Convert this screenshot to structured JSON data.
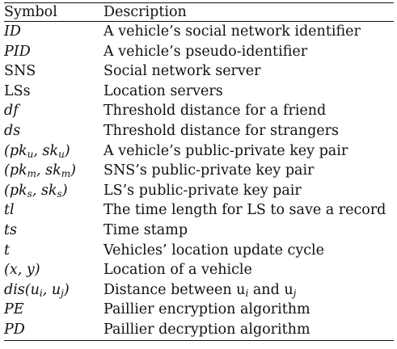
{
  "table": {
    "header": {
      "symbol": "Symbol",
      "description": "Description"
    },
    "rows": [
      {
        "symbol": "ID",
        "description": "A vehicle’s social network identifier"
      },
      {
        "symbol": "PID",
        "description": "A vehicle’s pseudo-identifier"
      },
      {
        "symbol": "SNS",
        "description": "Social network server"
      },
      {
        "symbol": "LSs",
        "description": "Location servers"
      },
      {
        "symbol": "df",
        "description": "Threshold distance for a friend"
      },
      {
        "symbol": "ds",
        "description": "Threshold distance for strangers"
      },
      {
        "symbol": "(pk_u, sk_u)",
        "description": "A vehicle’s public-private key pair"
      },
      {
        "symbol": "(pk_m, sk_m)",
        "description": "SNS’s public-private key pair"
      },
      {
        "symbol": "(pk_s, sk_s)",
        "description": "LS’s public-private key pair"
      },
      {
        "symbol": "tl",
        "description": "The time length for LS to save a record"
      },
      {
        "symbol": "ts",
        "description": "Time stamp"
      },
      {
        "symbol": "t",
        "description": "Vehicles’ location update cycle"
      },
      {
        "symbol": "(x, y)",
        "description": "Location of a vehicle"
      },
      {
        "symbol": "dis(u_i, u_j)",
        "description": "Distance between u_i and u_j"
      },
      {
        "symbol": "PE",
        "description": "Paillier encryption algorithm"
      },
      {
        "symbol": "PD",
        "description": "Paillier decryption algorithm"
      }
    ]
  }
}
